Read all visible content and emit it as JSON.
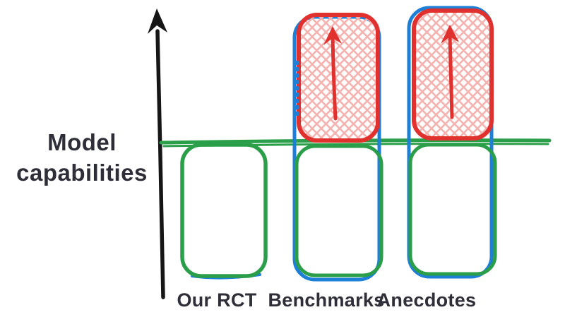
{
  "diagram": {
    "y_axis_label": {
      "line1": "Model",
      "line2": "capabilities"
    },
    "categories": [
      {
        "label": "Our RCT"
      },
      {
        "label": "Benchmarks"
      },
      {
        "label": "Anecdotes"
      }
    ],
    "colors": {
      "axis_black": "#161616",
      "measured_green": "#2b9e4a",
      "claimed_blue": "#1d7fd6",
      "overclaim_red": "#e0312e",
      "hatch_pink": "#f4b3b0",
      "label_text": "#2e2e38"
    }
  }
}
